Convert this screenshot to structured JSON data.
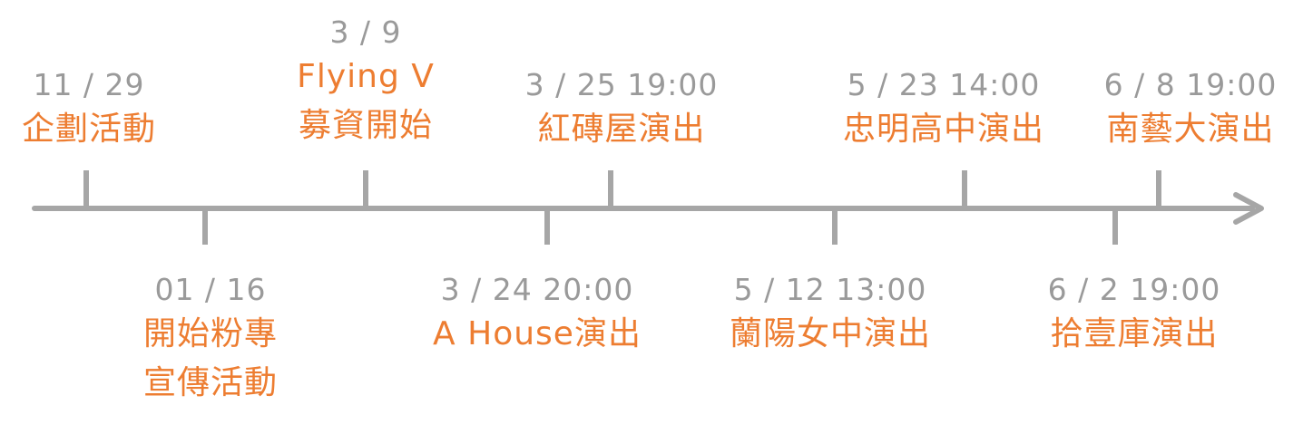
{
  "colors": {
    "axis": "#a6a6a6",
    "date": "#9a9a9a",
    "title": "#ed7d31"
  },
  "events": [
    {
      "date": "11 / 29",
      "title": [
        "企劃活動"
      ],
      "side": "above"
    },
    {
      "date": "01 / 16",
      "title": [
        "開始粉專",
        "宣傳活動"
      ],
      "side": "below"
    },
    {
      "date": "3 / 9",
      "title": [
        "Flying V",
        "募資開始"
      ],
      "side": "above"
    },
    {
      "date": "3 / 24 20:00",
      "title": [
        "A House演出"
      ],
      "side": "below"
    },
    {
      "date": "3 / 25 19:00",
      "title": [
        "紅磚屋演出"
      ],
      "side": "above"
    },
    {
      "date": "5 / 12 13:00",
      "title": [
        "蘭陽女中演出"
      ],
      "side": "below"
    },
    {
      "date": "5 / 23 14:00",
      "title": [
        "忠明高中演出"
      ],
      "side": "above"
    },
    {
      "date": "6 / 2 19:00",
      "title": [
        "拾壹庫演出"
      ],
      "side": "below"
    },
    {
      "date": "6 / 8 19:00",
      "title": [
        "南藝大演出"
      ],
      "side": "above"
    }
  ]
}
